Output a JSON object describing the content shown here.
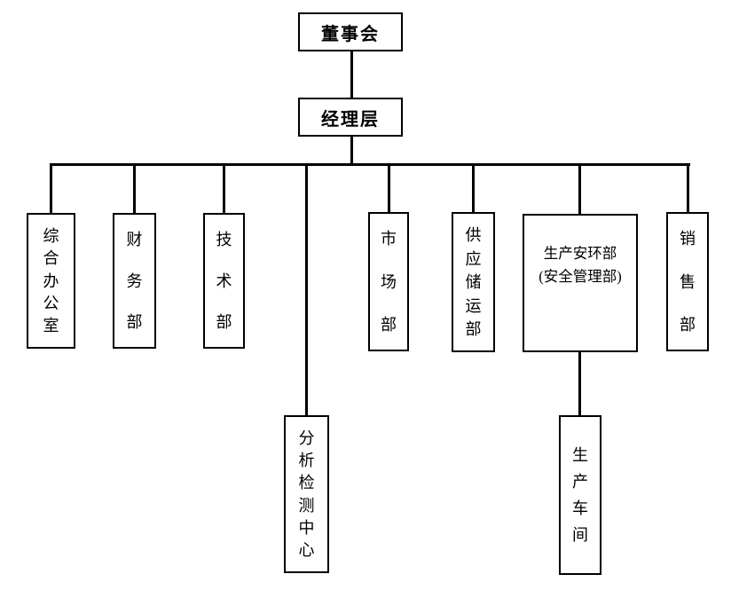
{
  "diagram": {
    "type": "org-chart",
    "background_color": "#ffffff",
    "line_color": "#000000",
    "text_color": "#000000",
    "nodes": {
      "board": "董事会",
      "management": "经理层",
      "general_office": "综合办公室",
      "finance": "财务部",
      "technology": "技术部",
      "analysis_center": "分析检测中心",
      "marketing": "市场部",
      "supply_storage": "供应储运部",
      "production_safety_line1": "生产安环部",
      "production_safety_line2": "(安全管理部)",
      "sales": "销售部",
      "production_workshop": "生产车间"
    },
    "hierarchy": {
      "root": "board",
      "board_reports": [
        "management"
      ],
      "management_reports": [
        "general_office",
        "finance",
        "technology",
        "analysis_center",
        "marketing",
        "supply_storage",
        "production_safety",
        "sales"
      ],
      "production_safety_reports": [
        "production_workshop"
      ]
    }
  }
}
